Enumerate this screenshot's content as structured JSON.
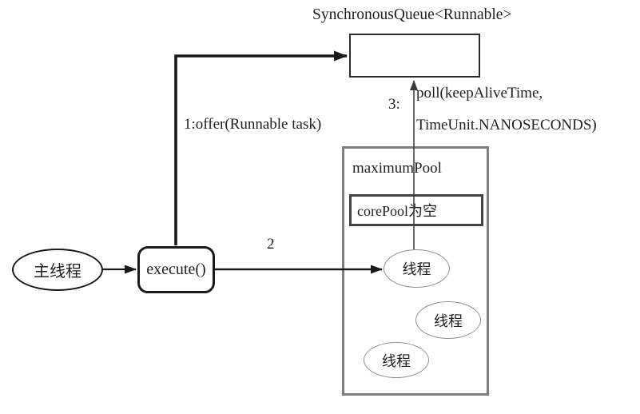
{
  "diagram": {
    "title": "SynchronousQueue<Runnable>",
    "labels": {
      "offer": "1:offer(Runnable task)",
      "step2": "2",
      "step3": "3:",
      "poll_line1": "poll(keepAliveTime,",
      "poll_line2": "TimeUnit.NANOSECONDS)"
    },
    "nodes": {
      "main_thread": "主线程",
      "execute": "execute()",
      "maximum_pool": "maximumPool",
      "core_pool": "corePool为空",
      "threads": [
        "线程",
        "线程",
        "线程"
      ]
    },
    "colors": {
      "arrow": "#1a1a1a",
      "thin_arrow": "#3a3a3a",
      "pool_border": "#7e7e7e",
      "core_border": "#424242",
      "thread_ellipse_border": "#8f8f8f",
      "text": "#1f1f1f",
      "background": "#ffffff"
    }
  }
}
